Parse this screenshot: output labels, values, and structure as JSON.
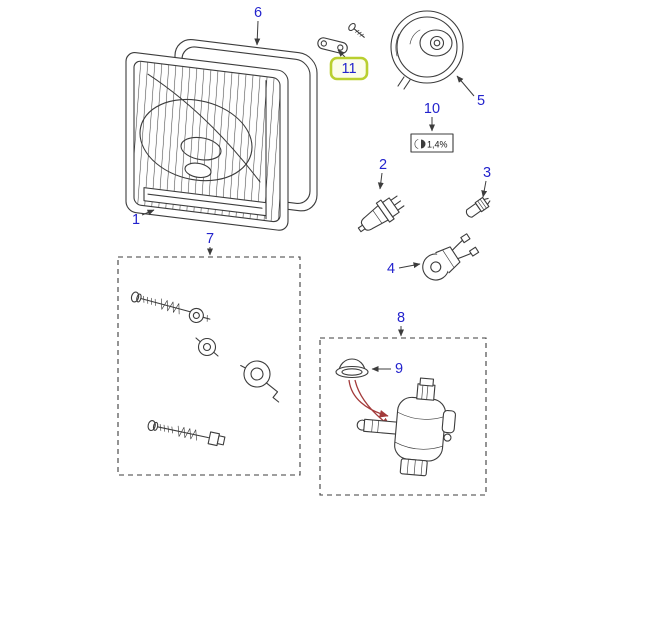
{
  "diagram": {
    "kind": "exploded-parts-diagram",
    "callouts": {
      "item1": "1",
      "item2": "2",
      "item3": "3",
      "item4": "4",
      "item5": "5",
      "item6": "6",
      "item7": "7",
      "item8": "8",
      "item9": "9",
      "item10": "10",
      "item11": "11"
    },
    "plate": {
      "text": "1,4%"
    },
    "highlighted_callout": "11",
    "colors": {
      "line": "#3c3c3c",
      "label_blue": "#2323cd",
      "highlight_green": "#b9cf2f",
      "highlight_fill": "#fcfdea",
      "wire_red": "#a33a3a"
    }
  }
}
